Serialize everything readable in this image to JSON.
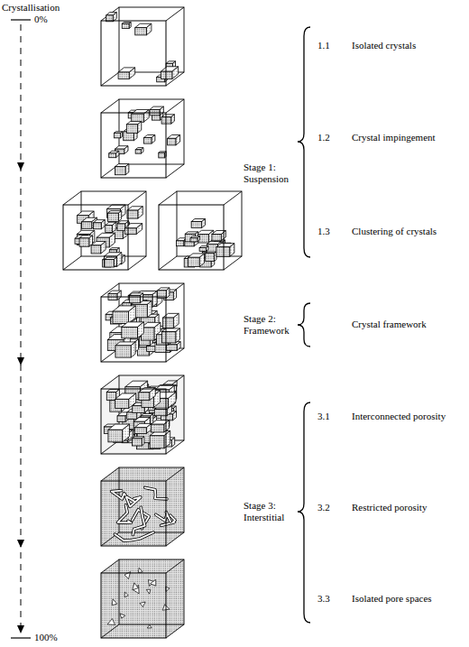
{
  "diagram": {
    "labels": [
      "Crystallisation",
      "0%",
      "Stage 1: Suspension",
      "1.1",
      "Isolated crystals",
      "1.2",
      "Crystal impingement",
      "1.3",
      "Clustering of crystals",
      "Stage 2: Framework",
      "Crystal framework",
      "Stage 3: Interstitial",
      "3.1",
      "Interconnected porosity",
      "3.2",
      "Restricted porosity",
      "3.3",
      "Isolated pore spaces",
      "100%"
    ]
  }
}
